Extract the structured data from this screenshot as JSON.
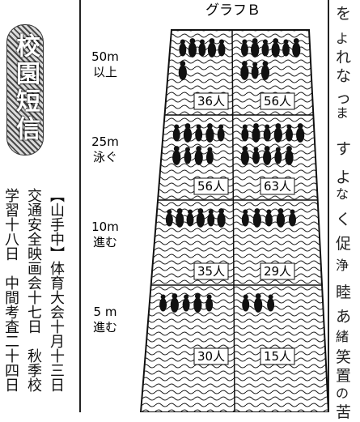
{
  "sidebar": {
    "badge": "校園短信",
    "news_1": "【山手中】体育大会十月十三日",
    "news_2": "交通安全映画会十七日　秋季校",
    "news_3": "学習十八日　中間考査二十四日"
  },
  "right_fragments": [
    "を",
    "よ",
    "れ",
    "なっ",
    "ま",
    "す",
    "よ",
    "な",
    "く",
    "促",
    "浄",
    "睦",
    "あ",
    "緒",
    "笑",
    "置",
    "の",
    "苦"
  ],
  "chart_data": {
    "type": "pictograph",
    "title": "グラフＢ",
    "categories": [
      "50m\n以上",
      "25m\n泳ぐ",
      "10m\n進む",
      "5 m\n進む"
    ],
    "series": [
      {
        "values": [
          36,
          56,
          35,
          30
        ]
      },
      {
        "values": [
          56,
          63,
          29,
          15
        ]
      }
    ],
    "unit": "人"
  },
  "colors": {
    "ink": "#111111",
    "paper": "#ffffff"
  }
}
